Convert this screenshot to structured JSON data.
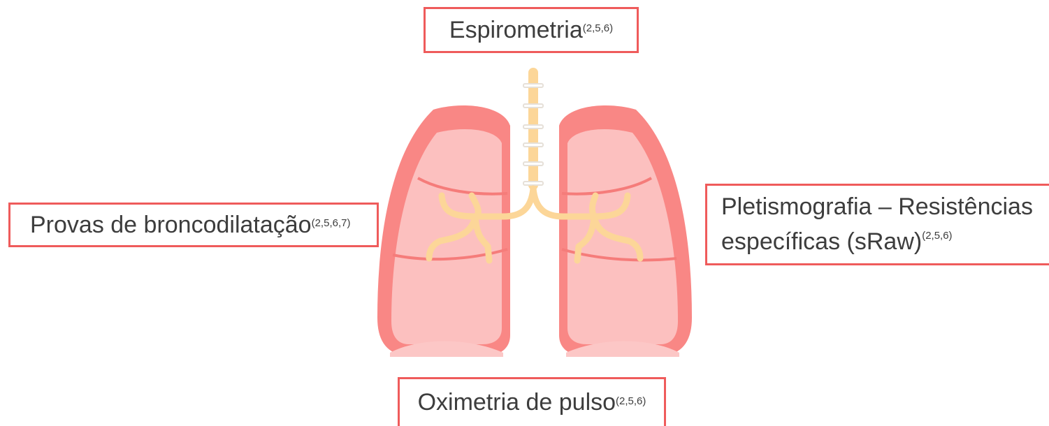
{
  "labels": {
    "espirometria": {
      "text": "Espirometria",
      "ref": "(2,5,6)"
    },
    "provas": {
      "text": "Provas de broncodilatação",
      "ref": "(2,5,6,7)"
    },
    "pletismografia": {
      "text": "Pletismografia – Resistências específicas (sRaw)",
      "ref": "(2,5,6)"
    },
    "oximetria": {
      "text": "Oximetria de pulso",
      "ref": "(2,5,6)"
    }
  },
  "colors": {
    "box_border": "#ef5b5b",
    "lung_outer": "#f98785",
    "lung_inner": "#fcc0bf",
    "airway": "#fcd698",
    "lobe_line": "#f57c7a"
  }
}
